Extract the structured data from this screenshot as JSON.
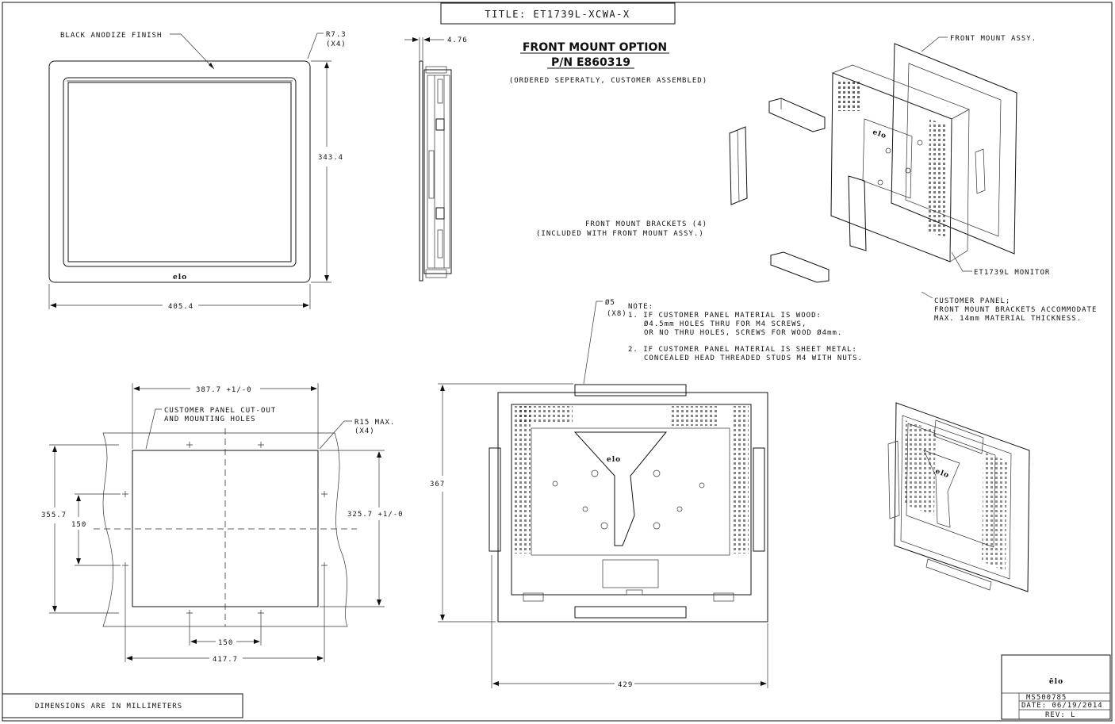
{
  "title_block": {
    "title": "TITLE: ET1739L-XCWA-X"
  },
  "front_view": {
    "finish_label": "BLACK ANODIZE FINISH",
    "radius_label": "R7.3",
    "radius_qty": "(X4)",
    "height_dim": "343.4",
    "width_dim": "405.4"
  },
  "side_view": {
    "depth_dim": "4.76"
  },
  "front_mount_option": {
    "heading": "FRONT MOUNT OPTION",
    "part_number": "P/N E860319",
    "note": "(ORDERED SEPERATLY, CUSTOMER ASSEMBLED)",
    "assy_label": "FRONT MOUNT ASSY.",
    "brackets_label": "FRONT MOUNT BRACKETS (4)",
    "brackets_note": "(INCLUDED WITH FRONT MOUNT ASSY.)",
    "monitor_label": "ET1739L MONITOR",
    "panel_label_1": "CUSTOMER PANEL;",
    "panel_label_2": "FRONT MOUNT BRACKETS ACCOMMODATE",
    "panel_label_3": "MAX. 14mm MATERIAL THICKNESS."
  },
  "notes": {
    "hole_dia": "Ø5",
    "hole_qty": "(X8)",
    "header": "NOTE:",
    "line1": "1. IF CUSTOMER PANEL MATERIAL IS WOOD:",
    "line2": "Ø4.5mm HOLES THRU FOR M4 SCREWS,",
    "line3": "OR NO THRU HOLES, SCREWS FOR WOOD Ø4mm.",
    "line4": "2. IF CUSTOMER PANEL MATERIAL IS SHEET METAL:",
    "line5": "CONCEALED HEAD THREADED STUDS M4 WITH NUTS."
  },
  "cutout": {
    "top_dim": "387.7 +1/-0",
    "label_1": "CUSTOMER PANEL CUT-OUT",
    "label_2": "AND MOUNTING HOLES",
    "radius_label": "R15 MAX.",
    "radius_qty": "(X4)",
    "left_dim": "355.7",
    "inner_dim": "150",
    "right_dim": "325.7 +1/-0",
    "bottom_inner_dim": "150",
    "bottom_dim": "417.7"
  },
  "rear_view": {
    "height_dim": "367",
    "width_dim": "429"
  },
  "footer": {
    "units": "DIMENSIONS ARE IN MILLIMETERS",
    "logo": "ēlo",
    "drawing_no": "MS500785",
    "date": "DATE: 06/19/2014",
    "rev": "REV: L"
  }
}
